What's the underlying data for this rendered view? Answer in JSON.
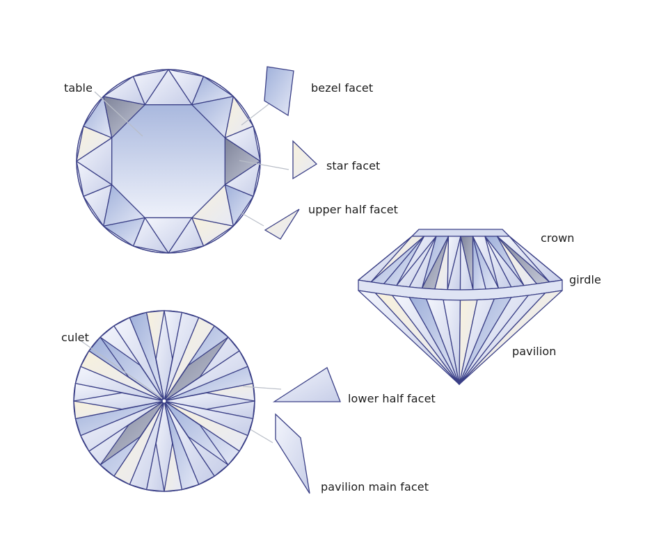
{
  "labels": {
    "table": "table",
    "bezel_facet": "bezel facet",
    "star_facet": "star facet",
    "upper_half_facet": "upper half facet",
    "crown": "crown",
    "girdle": "girdle",
    "pavilion": "pavilion",
    "culet": "culet",
    "lower_half_facet": "lower half facet",
    "pavilion_main_facet": "pavilion main facet"
  },
  "colors": {
    "outline": "#3a3f86",
    "facet_light": "#eef1fb",
    "facet_mid": "#c9d0ea",
    "facet_blue": "#aebbe0",
    "facet_dark": "#8e93ab",
    "facet_cream": "#f7f0db",
    "leader": "#b9bec8"
  }
}
